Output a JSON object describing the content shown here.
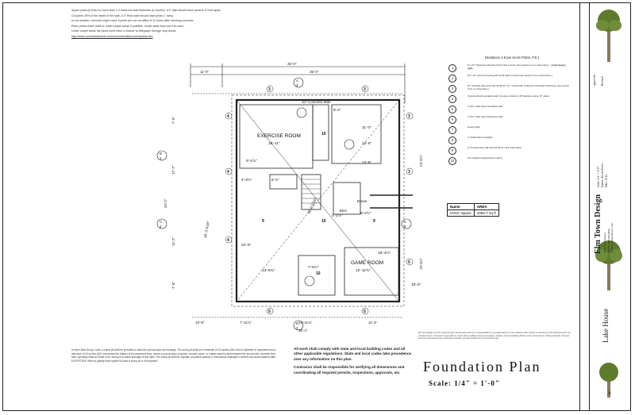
{
  "notes": {
    "lines": [
      "Space joists (in feet) no more than 2-3 times the slab thickness (in inches). A 4\" slab should have joints 8-12 feet apart.",
      "Cut joints 25% of the depth of the slab. A 4\" thick slab should have joints 1\" deep.",
      "In hot weather, concrete might crack if joints are not cut within 6-12 hours after finishing concrete.",
      "Place joints under walls or under carpet areas if possible. Under walls they won't be seen.\nUnder carpet areas the joints won't have a chance to telegraph through vinyl areas."
    ],
    "url": "http://www.concretealertnet.com/concrete/slabs/controljoints.htm"
  },
  "legend": {
    "header": "(Notations 1-9 per Kevin Potter, P.E.)",
    "items": [
      {
        "num": "1",
        "text": "8\" x 24\" Thickened wall with (3) #4 rebar in footer (See Section A-A on sheet three.)",
        "sub": "Interior bearing walls"
      },
      {
        "num": "2",
        "text": "10\" x 24\" Concrete footing with (3) #4 rebar in footer (See Section A-A on sheet three.)",
        "sub": ""
      },
      {
        "num": "3",
        "text": "10\" Concrete basement wall, #4 @ 16\" O.C. vertical with continuous horizontal reinforcing. (See section \"A-A\" on sheet three.)",
        "sub": ""
      },
      {
        "num": "4",
        "text": "Concrete block foundation wall. (4 course minimum.) 8\" block lay course / 8\" rebars",
        "sub": ""
      },
      {
        "num": "5",
        "text": "4\" Perf. drain below foundation wall",
        "sub": ""
      },
      {
        "num": "6",
        "text": "4\" Perf. drain behind basement wall",
        "sub": ""
      },
      {
        "num": "7",
        "text": "Footing Step",
        "sub": ""
      },
      {
        "num": "8",
        "text": "4\" Outlet drain to daylight",
        "sub": ""
      },
      {
        "num": "9",
        "text": "4\" Concrete floor slab with 6x6 W1.4 x W1.4 wire fabric",
        "sub": ""
      },
      {
        "num": "10",
        "text": "LVL headers dropped below ceiling",
        "sub": ""
      }
    ]
  },
  "area_table": {
    "headers": [
      "Name",
      "AREA"
    ],
    "rows": [
      [
        "HVAC Space",
        "1054.7 sq ft"
      ]
    ]
  },
  "plan": {
    "overall_top": "46'-0\"",
    "top_left": "11'-0\"",
    "top_right": "35'-0\"",
    "wall_label": "10\" Concrete Wall",
    "exercise_room": "EXERCISE ROOM",
    "exercise_dim": "16'-11\"",
    "game_room": "GAME ROOM",
    "game_dim": "12'-11⅝\"",
    "bottom_dims": [
      "10'-8\"",
      "7'-11⅞\"",
      "16'-11¾\"",
      "11'-3\""
    ],
    "bottom_overall": "35'-4\"",
    "left_dims": [
      "7'-9\"",
      "17'-7\"",
      "11'-2\"",
      "7'-6\""
    ],
    "left_overall": "44'-2\"",
    "right_dims": [
      "24'-5½\"",
      "19'-6½\""
    ],
    "diag_dim": "56'-9 5/16\"",
    "diag_left": "45'-3 5/16\"",
    "room_dims": [
      "9'-4⅞\"",
      "6'-4\"",
      "4'-3½\"",
      "8'-2\"",
      "11'-4\"",
      "12'-6\"",
      "12'-6\"",
      "9'-4½\"",
      "4'-1½\"",
      "13'-8¾\"",
      "7'-5½\"",
      "22'-0\"",
      "15'-4½\"",
      "18'-0\""
    ],
    "labels": [
      "Elec",
      "Down"
    ],
    "sections": [
      "A",
      "B",
      "C",
      "D"
    ],
    "section_sheet": "3"
  },
  "compliance": [
    "All work shall comply with state and local building codes and all other applicable regulations. State and local codes take precedence over any information on this plan.",
    "Contractor shall be responsible for verifying all dimensions and coordinating all required permits, inspections, approvals, etc."
  ],
  "sump_note": "In other than Group I soils, a sump pit shall be provided to drain the porous layer and footings. The sump pit shall be a minimum of 15 inches (381 mm) in diameter or equivalent and a minimum of 24 inches (610 mm) below the bottom of the basement floor, where a porous layer of gravel, crushed stone, or coarse sand is used between the soil and the concrete floor slab; openings shall be made in the sump pit to allow drainage of this layer. The sump pit shall be capable of positive gravity or mechanical drainage to remove any accumulated water.\nEXCEPTION: When a gravity drain system is used a sump pit is not required.",
  "disclaimer": "Elm Town Design is not an engineering firm and therefore assumes no responsibility for any design failures or code violations either directly or indirectly from the drawings and/or text contained herein. Contractor is responsible to consult with a qualified professional engineer, architect, and local building official to verify all dimensions, building materials, structural elements, load requirements, construction methods, and other details prior to commencing work.",
  "title": {
    "plan_name": "Foundation Plan",
    "scale_label": "Scale:",
    "scale_value": "1/4\" = 1'-0\""
  },
  "title_block": {
    "firm": "Elm Town Design",
    "address": "Elm Town Design\nPhone: 000-000-0000\nEmail: info@elmtown.com",
    "project": "Lake House",
    "approval": "approvals\n\nRevised",
    "scale_note": "Scale: 1/4\" = 1'-0\"\nDrawn: Kevin Potter\nDate: 2014",
    "sheet": "8"
  },
  "colors": {
    "line": "#222222",
    "tree_green": "#5e7a2c",
    "trunk": "#8a7a5a"
  }
}
